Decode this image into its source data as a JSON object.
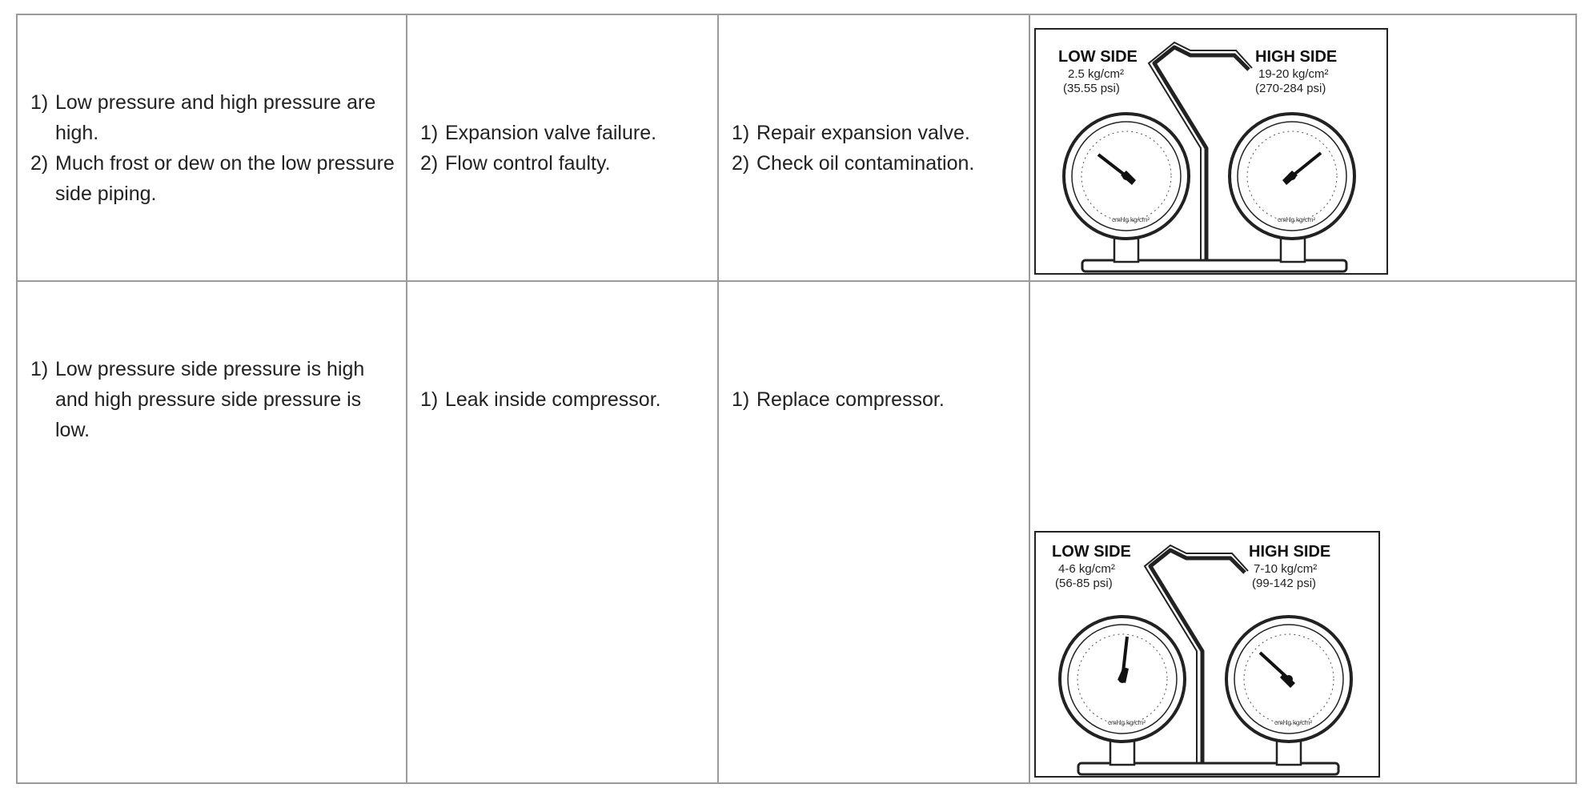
{
  "rows": [
    {
      "symptoms": [
        {
          "num": "1)",
          "text": "Low pressure and high pressure are high."
        },
        {
          "num": "2)",
          "text": "Much frost or dew on the low pressure side piping."
        }
      ],
      "causes": [
        {
          "num": "1)",
          "text": "Expansion valve failure."
        },
        {
          "num": "2)",
          "text": "Flow control faulty."
        }
      ],
      "remedies": [
        {
          "num": "1)",
          "text": "Repair expansion valve."
        },
        {
          "num": "2)",
          "text": "Check oil contamination."
        }
      ],
      "gauge": {
        "low_title": "LOW SIDE",
        "low_value": "2.5 kg/cm²",
        "low_psi": "(35.55 psi)",
        "high_title": "HIGH SIDE",
        "high_value": "19-20 kg/cm²",
        "high_psi": "(270-284 psi)",
        "low_needle_reading": "2.5 kg/cm²",
        "high_needle_reading": "19-20 kg/cm²"
      }
    },
    {
      "symptoms": [
        {
          "num": "1)",
          "text": "Low pressure side pressure is high and high pressure side pressure is low."
        }
      ],
      "causes": [
        {
          "num": "1)",
          "text": "Leak inside compressor."
        }
      ],
      "remedies": [
        {
          "num": "1)",
          "text": "Replace compressor."
        }
      ],
      "gauge": {
        "low_title": "LOW SIDE",
        "low_value": "4-6 kg/cm²",
        "low_psi": "(56-85 psi)",
        "high_title": "HIGH SIDE",
        "high_value": "7-10 kg/cm²",
        "high_psi": "(99-142 psi)",
        "low_needle_reading": "4-6 kg/cm²",
        "high_needle_reading": "7-10 kg/cm²"
      }
    }
  ],
  "dial_labels": {
    "vacuum": "cmHg",
    "unit": "kg/cm²"
  }
}
